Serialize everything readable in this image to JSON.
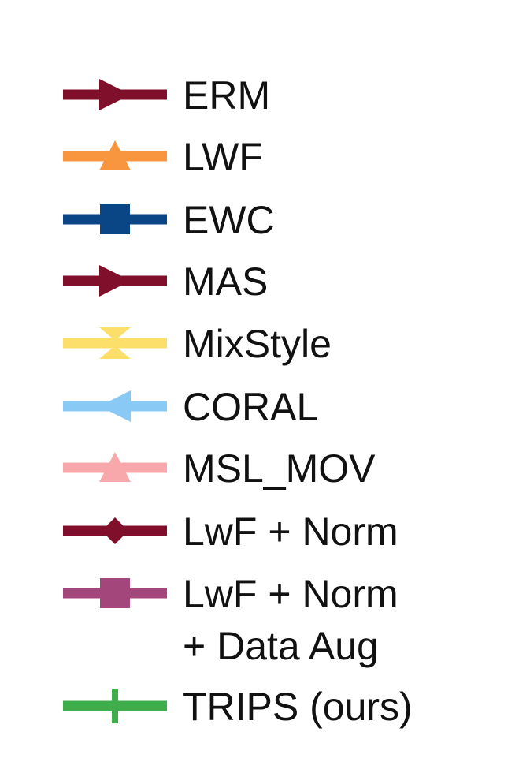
{
  "chart_data": {
    "type": "line",
    "legend": {
      "placement": "standalone",
      "entries": [
        {
          "label_lines": [
            "ERM"
          ],
          "color": "#7f0f2a",
          "marker": "triangle-right"
        },
        {
          "label_lines": [
            "LWF"
          ],
          "color": "#f7963f",
          "marker": "triangle-up"
        },
        {
          "label_lines": [
            "EWC"
          ],
          "color": "#0a4585",
          "marker": "square"
        },
        {
          "label_lines": [
            "MAS"
          ],
          "color": "#7f0f2a",
          "marker": "triangle-right"
        },
        {
          "label_lines": [
            "MixStyle"
          ],
          "color": "#fcdf6b",
          "marker": "hourglass"
        },
        {
          "label_lines": [
            "CORAL"
          ],
          "color": "#89c9f6",
          "marker": "triangle-left"
        },
        {
          "label_lines": [
            "MSL_MOV"
          ],
          "color": "#f8a8aa",
          "marker": "triangle-up"
        },
        {
          "label_lines": [
            "LwF + Norm"
          ],
          "color": "#7f0f2a",
          "marker": "diamond"
        },
        {
          "label_lines": [
            "LwF + Norm",
            "+ Data Aug"
          ],
          "color": "#a2467c",
          "marker": "square"
        },
        {
          "label_lines": [
            "TRIPS (ours)"
          ],
          "color": "#3fad4b",
          "marker": "plus"
        }
      ]
    }
  }
}
